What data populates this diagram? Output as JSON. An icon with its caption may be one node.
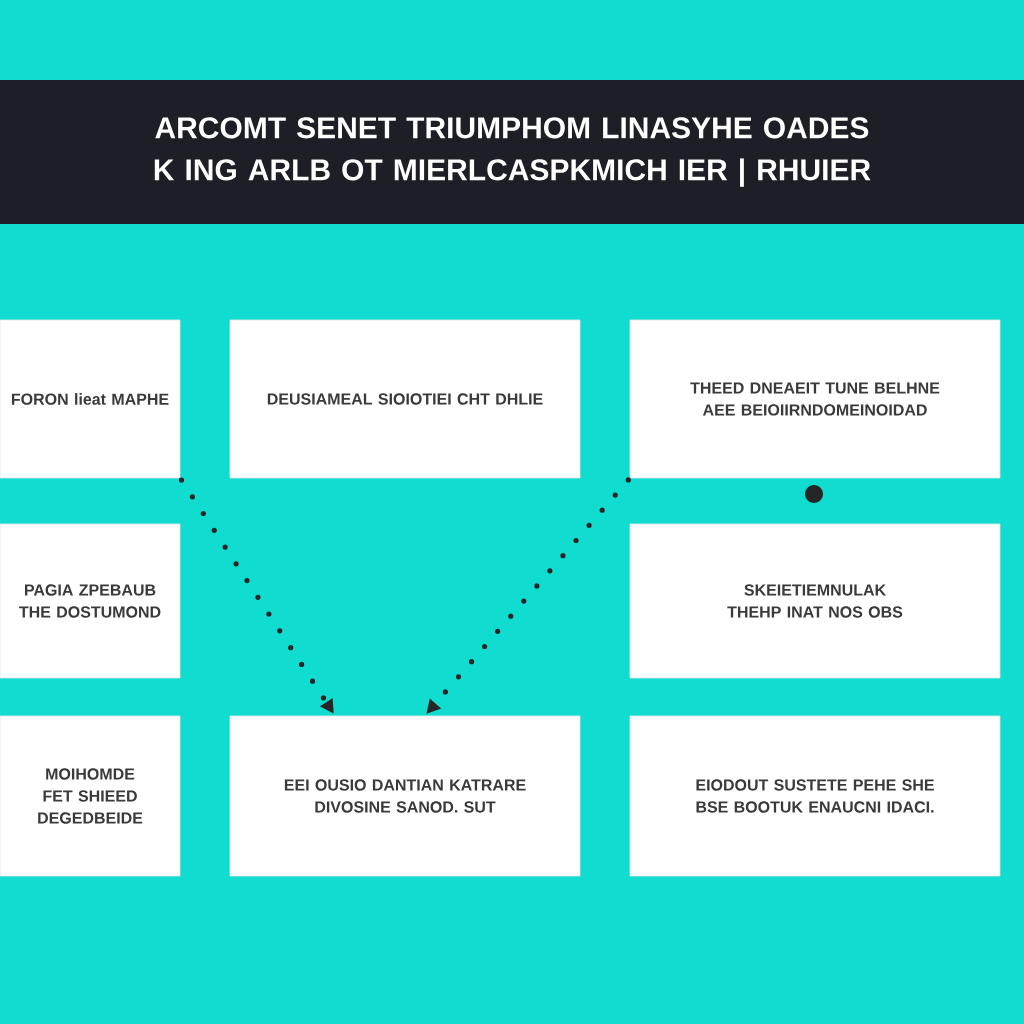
{
  "diagram": {
    "title": "ARCOMT SENET TRIUMPHOM LINASYHE OADES K ING ARLB OT MIERLCASPKMICH IER | RHUIER",
    "nodes": [
      {
        "text": [
          "FORON lieat MAPHE"
        ]
      },
      {
        "text": [
          "DEUSIAMEAL SIOIOTIEI CHT DHLIE"
        ]
      },
      {
        "text": [
          "THEED DNEAEIT TUNE BELHNE AEE BEIOIIRNDOMEINOIDAD"
        ]
      },
      {
        "text": [
          "PAGIA ZPEBAUB THE DOSTUMOND"
        ]
      },
      {
        "text": [
          "SKEIETIEMNULAK THEHP INAT NOS OBS"
        ]
      },
      {
        "text": [
          "MOIHOMDE FET SHIEED DEGEDBEIDE"
        ]
      },
      {
        "text": [
          "EEI OUSIO DANTIAN KATRARE DIVOSINE SANOD. SUT"
        ]
      },
      {
        "text": [
          "EIODOUT SUSTETE PEHE SHE BSE BOOTUK ENAUCNI IDACI."
        ]
      }
    ],
    "edges": [
      {
        "from": 0,
        "to": 6,
        "arrow": "to",
        "style": "dashed"
      },
      {
        "from": 2,
        "to": 6,
        "arrow": "to",
        "style": "dashed"
      }
    ]
  }
}
